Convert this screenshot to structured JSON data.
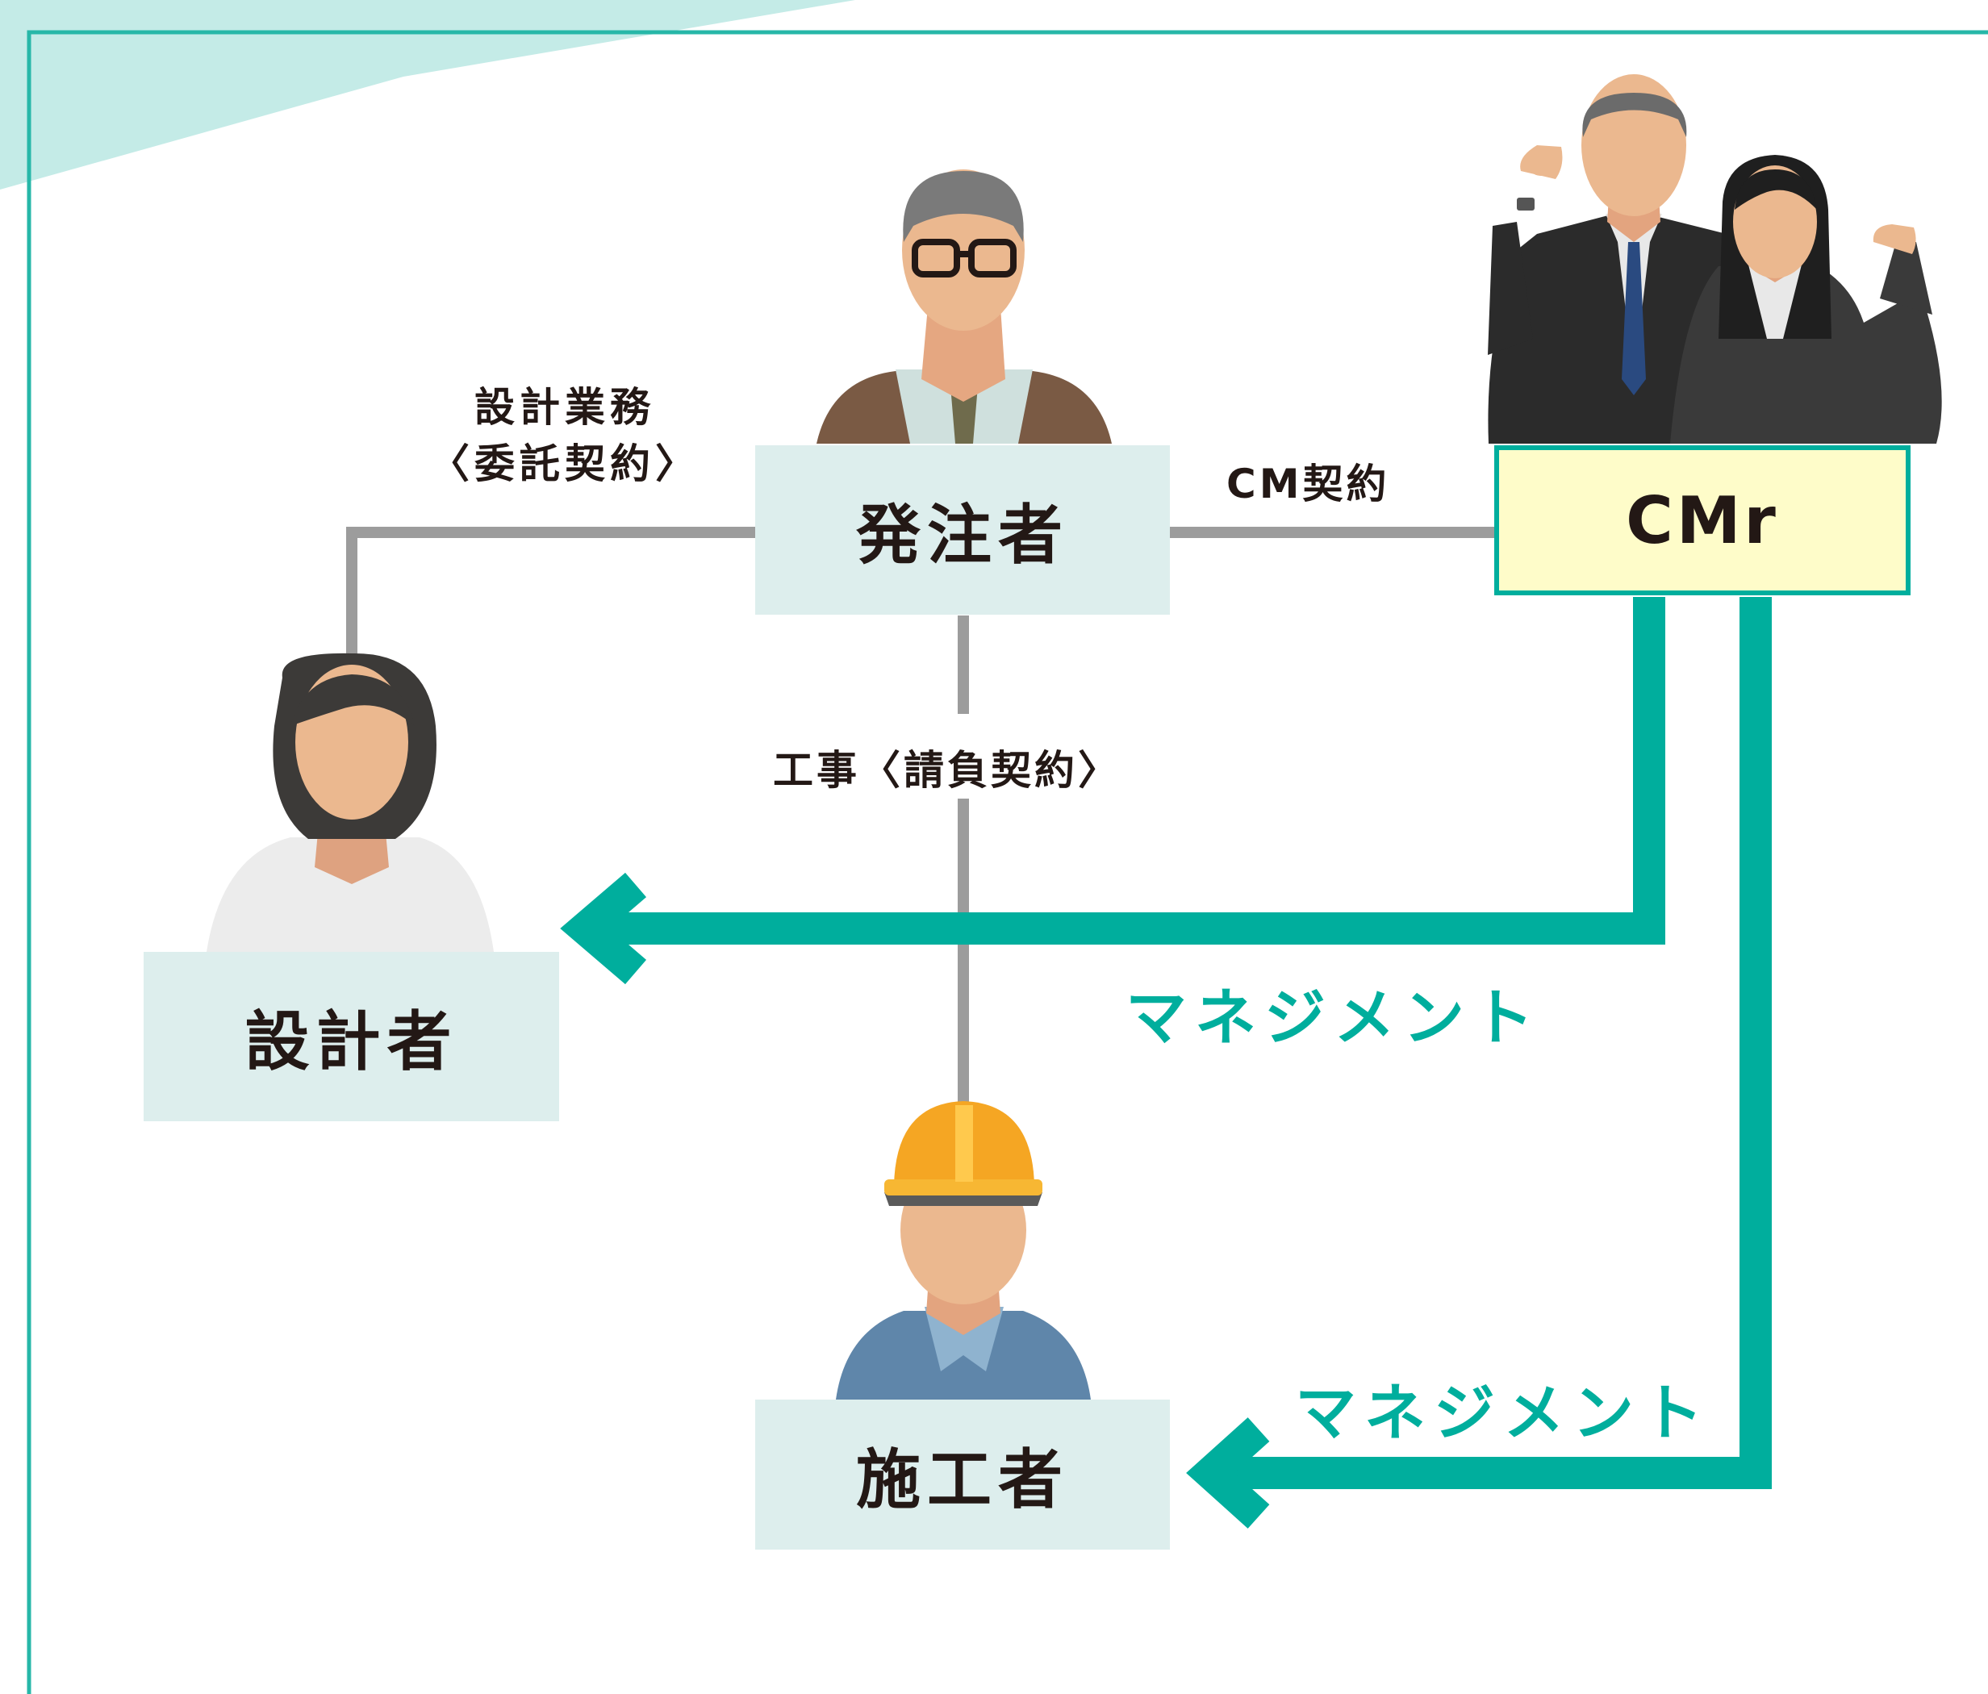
{
  "colors": {
    "accent": "#00ae9d",
    "frame": "#27b7a8",
    "header_tint": "#c4ebe7",
    "line_gray": "#9c9c9c",
    "box_pale": "#ddeeed",
    "cmr_fill": "#fefcc9",
    "cmr_border": "#00ae9d",
    "text_dark": "#231815"
  },
  "nodes": {
    "owner": "発注者",
    "designer": "設計者",
    "contractor": "施工者",
    "cmr": "CMr"
  },
  "contracts": {
    "design_line1": "設計業務",
    "design_line2": "〈委託契約〉",
    "cm": "CM契約",
    "construction": "工事〈請負契約〉"
  },
  "management": {
    "to_designer": "マネジメント",
    "to_contractor": "マネジメント"
  },
  "figures": {
    "owner": "older-man-glasses-icon",
    "designer": "woman-designer-icon",
    "contractor": "worker-hardhat-icon",
    "cmr": "business-team-icon"
  }
}
